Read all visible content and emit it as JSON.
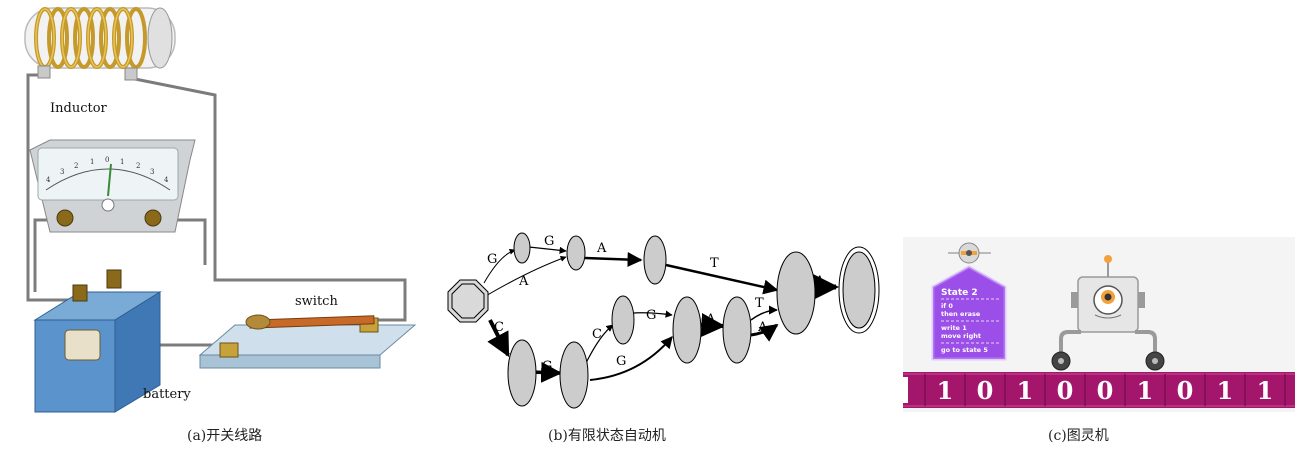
{
  "panel_a": {
    "caption": "(a)开关线路",
    "labels": {
      "inductor": "Inductor",
      "switch": "switch",
      "battery": "battery"
    },
    "meter_scale": [
      "4",
      "3",
      "2",
      "1",
      "0",
      "1",
      "2",
      "3",
      "4"
    ]
  },
  "panel_b": {
    "caption": "(b)有限状态自动机",
    "edge_labels": {
      "g1": "G",
      "g2": "G",
      "a1": "A",
      "a_top": "A",
      "t_top": "T",
      "c1": "C",
      "g3": "G",
      "c2": "C",
      "g4": "G",
      "g5": "G",
      "a_mid": "A",
      "t_mid": "T",
      "a_low": "A",
      "a_final": "A"
    }
  },
  "panel_c": {
    "caption": "(c)图灵机",
    "card": {
      "title": "State 2",
      "lines": [
        "if 0",
        "then erase",
        "write 1",
        "move right",
        "go to state 5"
      ]
    },
    "tape": [
      "1",
      "0",
      "1",
      "0",
      "0",
      "1",
      "0",
      "1",
      "1"
    ],
    "colors": {
      "tape": "#a3166b",
      "card": "#9b4fe8",
      "background": "#f4f4f4"
    }
  }
}
